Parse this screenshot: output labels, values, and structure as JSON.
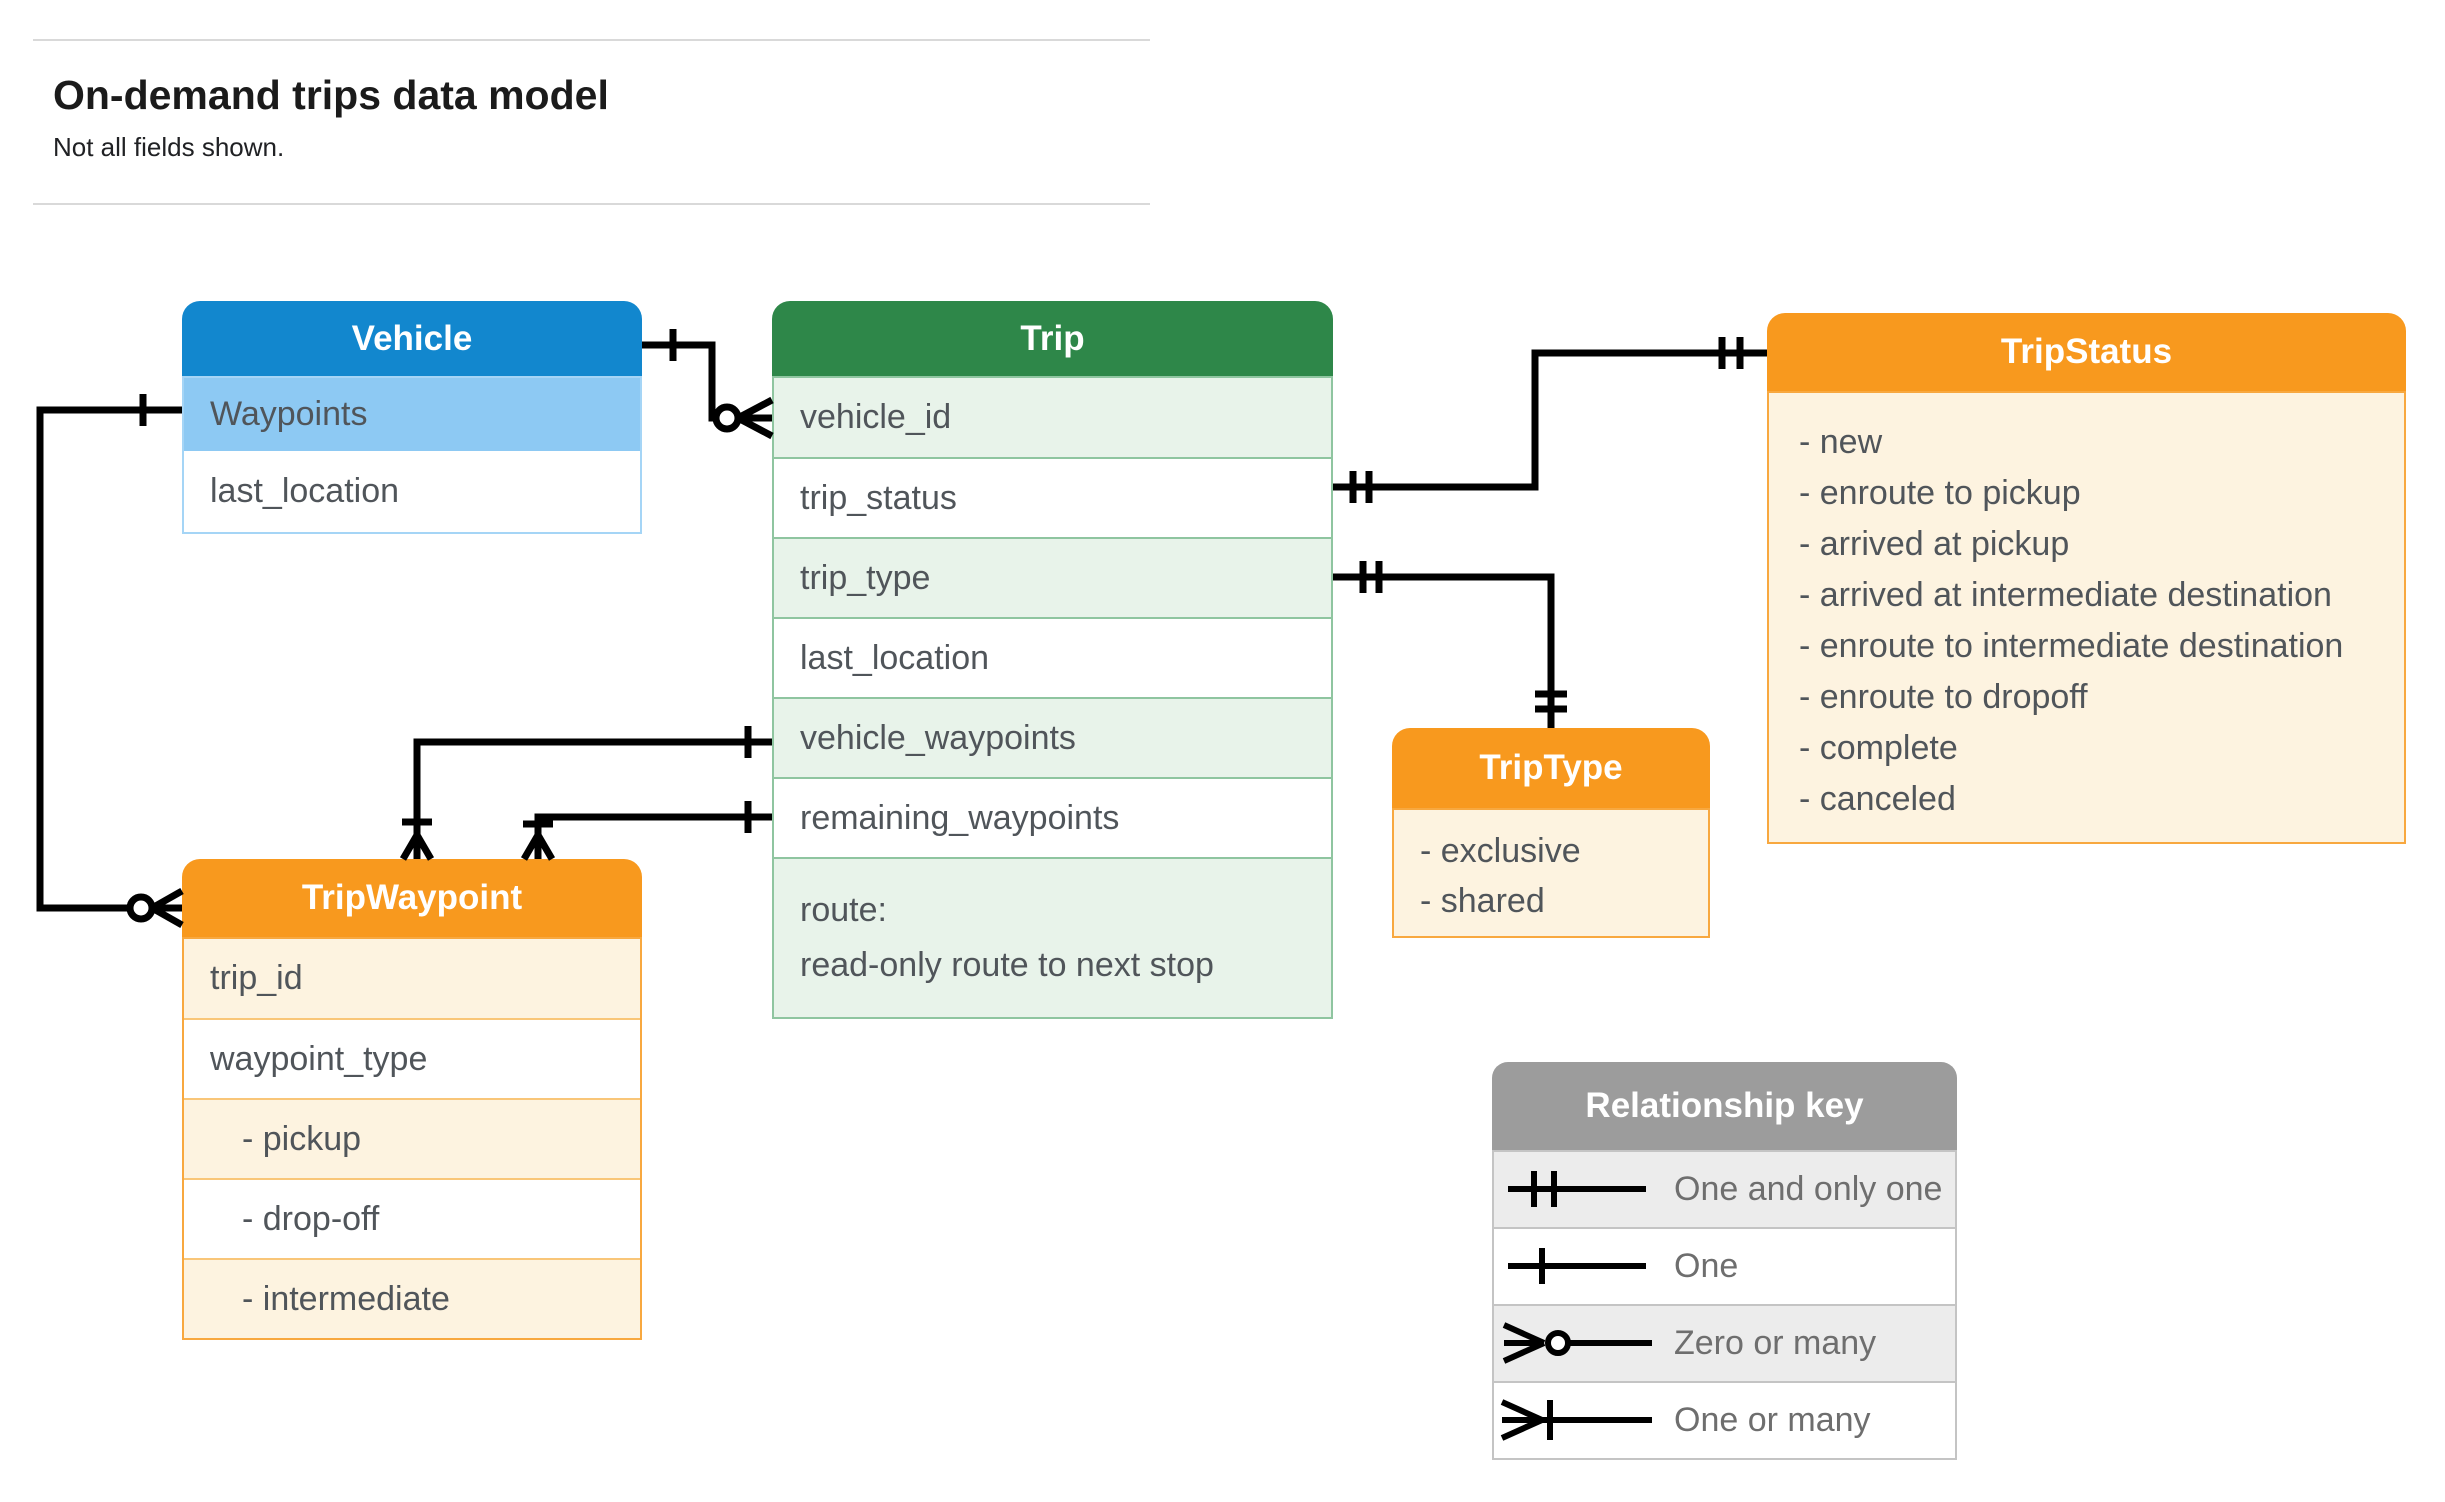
{
  "page": {
    "title": "On-demand trips data model",
    "subtitle": "Not all fields shown."
  },
  "colors": {
    "vehicle_header": "#1287ce",
    "vehicle_row_highlight": "#8dc9f3",
    "trip_header": "#2e8749",
    "trip_row_tint": "#e8f3ea",
    "orange_header": "#f8991e",
    "orange_row_tint": "#fdf3e0",
    "legend_header": "#9c9c9c",
    "legend_row_tint": "#ececec",
    "field_text": "#50555a",
    "connector_line": "#000000"
  },
  "entities": {
    "vehicle": {
      "title": "Vehicle",
      "fields": [
        "Waypoints",
        "last_location"
      ]
    },
    "trip": {
      "title": "Trip",
      "fields": [
        "vehicle_id",
        "trip_status",
        "trip_type",
        "last_location",
        "vehicle_waypoints",
        "remaining_waypoints"
      ],
      "route_lines": [
        "route:",
        "read-only route to next stop"
      ]
    },
    "tripStatus": {
      "title": "TripStatus",
      "items": [
        "- new",
        "- enroute to pickup",
        "- arrived at pickup",
        "- arrived at intermediate destination",
        "- enroute to intermediate destination",
        "- enroute to dropoff",
        "- complete",
        "- canceled"
      ]
    },
    "tripWaypoint": {
      "title": "TripWaypoint",
      "fields": [
        "trip_id",
        "waypoint_type",
        "- pickup",
        "- drop-off",
        "- intermediate"
      ]
    },
    "tripType": {
      "title": "TripType",
      "items": [
        "- exclusive",
        "- shared"
      ]
    }
  },
  "legend": {
    "title": "Relationship key",
    "rows": [
      {
        "symbol": "one-and-only-one",
        "label": "One and only one"
      },
      {
        "symbol": "one",
        "label": "One"
      },
      {
        "symbol": "zero-or-many",
        "label": "Zero or many"
      },
      {
        "symbol": "one-or-many",
        "label": "One or many"
      }
    ]
  }
}
